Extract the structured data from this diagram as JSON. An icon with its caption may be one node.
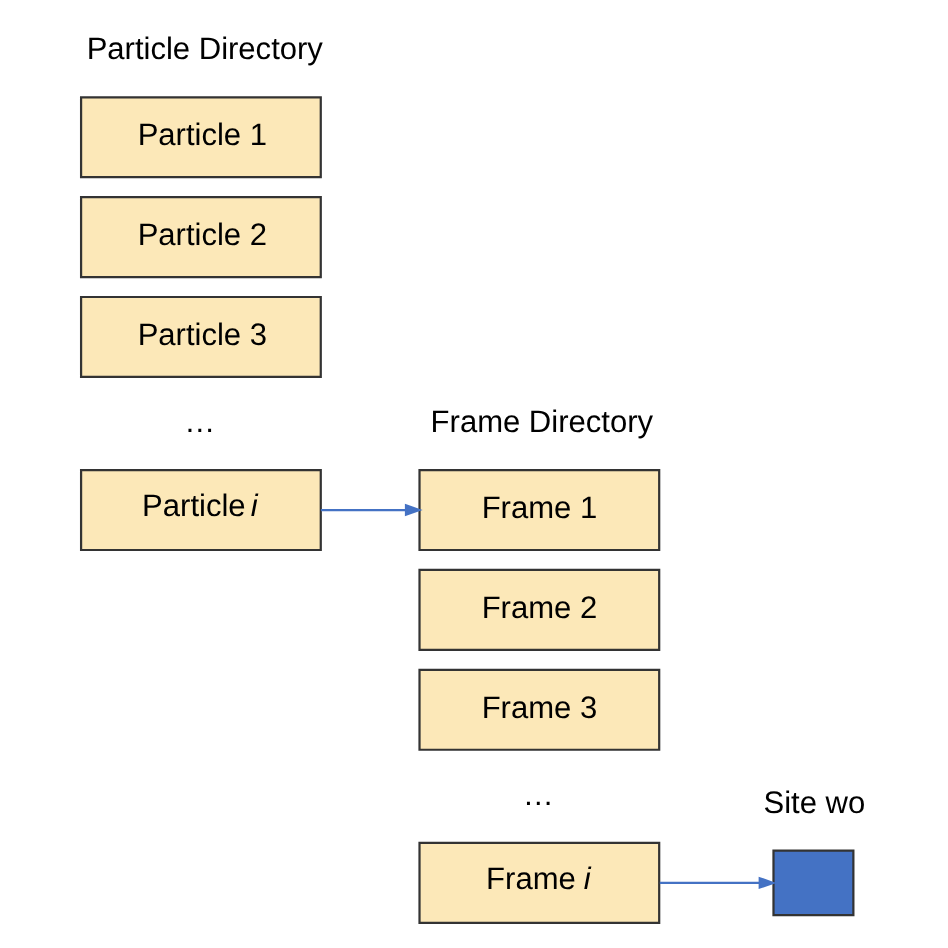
{
  "diagram": {
    "nodes": [
      {
        "text": [
          "Particle 1"
        ]
      },
      {
        "text": [
          "Particle 2"
        ]
      },
      {
        "text": [
          "Particle 3"
        ]
      },
      {
        "text": [
          "Particle *i*"
        ]
      },
      {
        "text": [
          "Frame 1"
        ]
      },
      {
        "text": [
          "Frame 2"
        ]
      },
      {
        "text": [
          "Frame 3"
        ]
      },
      {
        "text": [
          "Frame *i*"
        ]
      },
      {
        "text": [],
        "shape": "box"
      }
    ],
    "edges": [
      {
        "from": 3,
        "to": 4,
        "arrow": "to"
      },
      {
        "from": 7,
        "to": 8,
        "arrow": "to"
      }
    ],
    "labels": [
      "Particle Directory",
      "…",
      "Frame Directory",
      "…",
      "Site wo"
    ]
  }
}
